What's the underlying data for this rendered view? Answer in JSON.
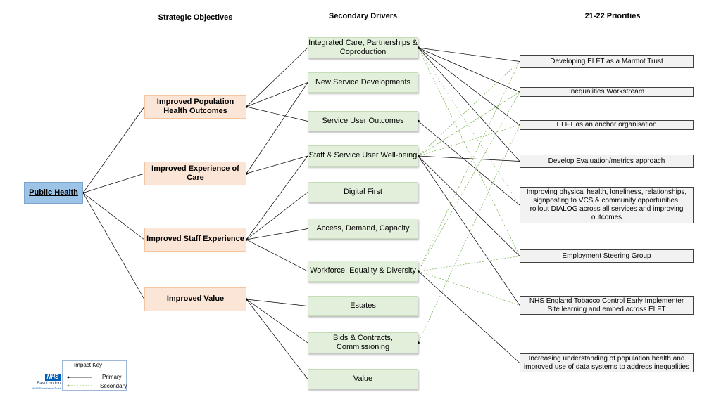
{
  "headers": {
    "objectives": "Strategic Objectives",
    "drivers": "Secondary Drivers",
    "priorities": "21-22 Priorities"
  },
  "root": {
    "label": "Public Health"
  },
  "objectives": [
    {
      "label": "Improved Population Health Outcomes"
    },
    {
      "label": "Improved Experience of Care"
    },
    {
      "label": "Improved Staff Experience"
    },
    {
      "label": "Improved Value"
    }
  ],
  "drivers": [
    {
      "label": "Integrated Care, Partnerships & Coproduction"
    },
    {
      "label": "New Service Developments"
    },
    {
      "label": "Service User Outcomes"
    },
    {
      "label": "Staff & Service User Well-being"
    },
    {
      "label": "Digital First"
    },
    {
      "label": "Access, Demand, Capacity"
    },
    {
      "label": "Workforce, Equality & Diversity"
    },
    {
      "label": "Estates"
    },
    {
      "label": "Bids & Contracts, Commissioning"
    },
    {
      "label": "Value"
    }
  ],
  "priorities": [
    {
      "label": "Developing ELFT as a Marmot Trust"
    },
    {
      "label": "Inequalities Workstream"
    },
    {
      "label": "ELFT as an anchor organisation"
    },
    {
      "label": "Develop Evaluation/metrics approach"
    },
    {
      "label": "Improving physical health, loneliness, relationships, signposting to VCS & community opportunities, rollout DIALOG across all services and improving outcomes"
    },
    {
      "label": "Employment Steering Group"
    },
    {
      "label": "NHS England Tobacco Control Early Implementer Site learning and embed across ELFT"
    },
    {
      "label": "Increasing understanding of population health and improved use of data systems to address inequalities"
    }
  ],
  "links": {
    "root_objective": [
      0,
      1,
      2,
      3
    ],
    "objective_driver": [
      [
        0,
        0
      ],
      [
        0,
        1
      ],
      [
        0,
        2
      ],
      [
        1,
        1
      ],
      [
        1,
        3
      ],
      [
        2,
        3
      ],
      [
        2,
        4
      ],
      [
        2,
        5
      ],
      [
        2,
        6
      ],
      [
        3,
        7
      ],
      [
        3,
        8
      ],
      [
        3,
        9
      ]
    ],
    "driver_priority_primary": [
      [
        0,
        0
      ],
      [
        0,
        1
      ],
      [
        0,
        2
      ],
      [
        0,
        3
      ],
      [
        2,
        4
      ],
      [
        3,
        3
      ],
      [
        3,
        5
      ],
      [
        3,
        6
      ],
      [
        6,
        7
      ]
    ],
    "driver_priority_secondary": [
      [
        0,
        4
      ],
      [
        0,
        5
      ],
      [
        3,
        0
      ],
      [
        3,
        1
      ],
      [
        3,
        2
      ],
      [
        6,
        0
      ],
      [
        6,
        1
      ],
      [
        6,
        5
      ],
      [
        6,
        6
      ],
      [
        8,
        2
      ]
    ]
  },
  "key": {
    "title": "Impact Key",
    "primary": "Primary",
    "secondary": "Secondary",
    "primary_color": "#000000",
    "secondary_color": "#70ad47"
  },
  "logo": {
    "badge": "NHS",
    "line1": "East London",
    "line2": "NHS Foundation Trust",
    "color": "#005eb8"
  }
}
